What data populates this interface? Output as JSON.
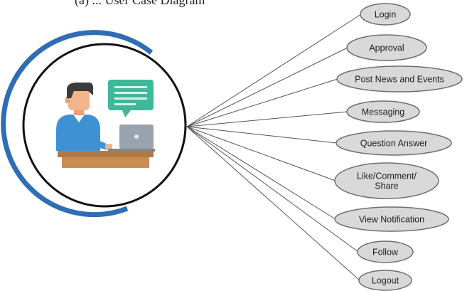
{
  "caption": "(a) ... User Case Diagram",
  "actor": {
    "icon": "user-at-laptop-icon",
    "ring_color": "#ffffff",
    "ring_stroke": "#111111",
    "arc_color": "#2f6db5",
    "bubble_color": "#3fb89a",
    "laptop_color": "#9aa3ad",
    "desk_color": "#b07a45",
    "shirt_color": "#3f92d2",
    "hair_color": "#3b3b3b",
    "skin_color": "#f2b48a"
  },
  "use_case_style": {
    "fill": "#d9d9d9",
    "stroke": "#6f6f6f",
    "line_color": "#555555"
  },
  "use_cases": [
    {
      "id": "login",
      "label": "Login"
    },
    {
      "id": "approval",
      "label": "Approval"
    },
    {
      "id": "post-news-and-events",
      "label": "Post News and Events"
    },
    {
      "id": "messaging",
      "label": "Messaging"
    },
    {
      "id": "question-answer",
      "label": "Question Answer"
    },
    {
      "id": "like-comment-share",
      "label": "Like/Comment/\nShare"
    },
    {
      "id": "view-notification",
      "label": "View Notification"
    },
    {
      "id": "follow",
      "label": "Follow"
    },
    {
      "id": "logout",
      "label": "Logout"
    }
  ]
}
